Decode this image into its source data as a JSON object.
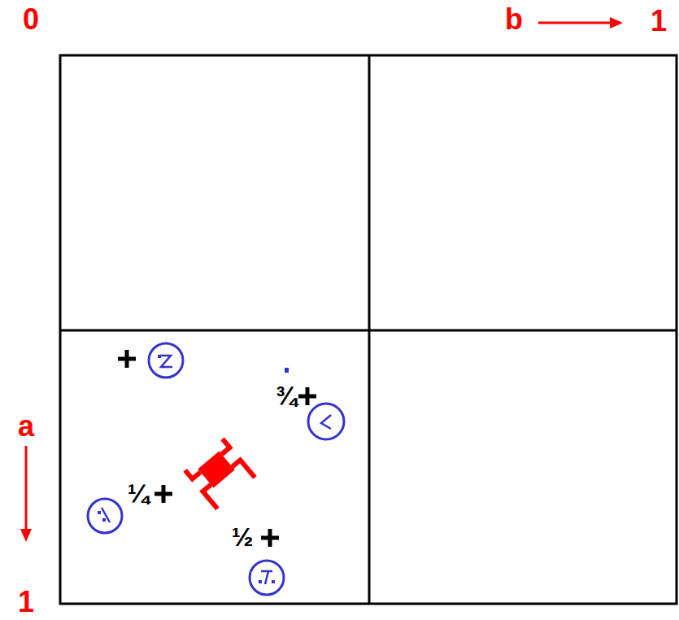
{
  "diagram": {
    "labels": [
      "0",
      "b",
      "1",
      "a",
      "1",
      "¾",
      "¼",
      "½"
    ]
  }
}
